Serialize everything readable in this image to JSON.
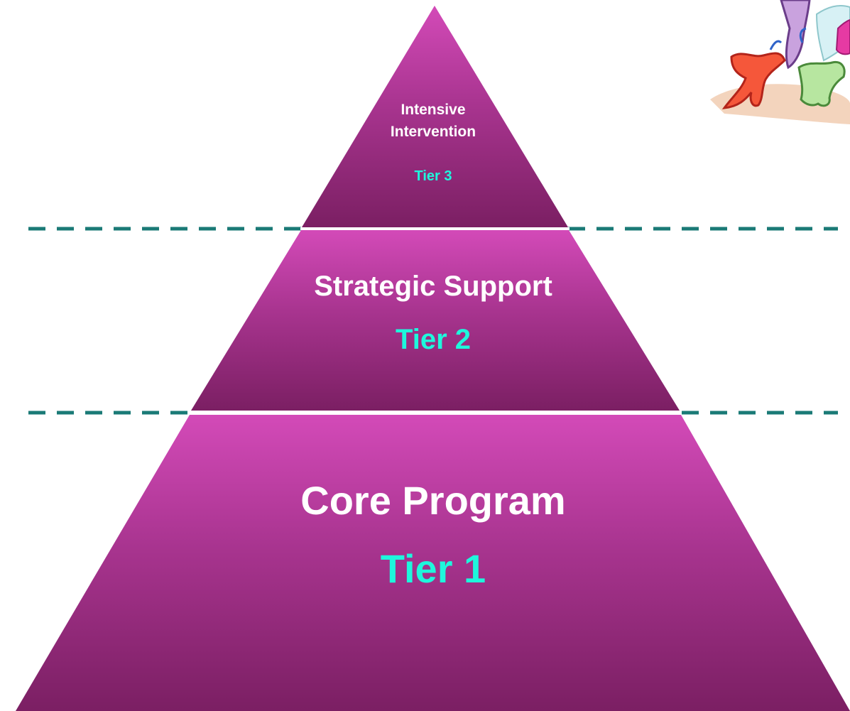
{
  "pyramid": {
    "tiers": [
      {
        "title_line1": "Intensive",
        "title_line2": "Intervention",
        "tier": "Tier 3"
      },
      {
        "title": "Strategic Support",
        "tier": "Tier 2"
      },
      {
        "title": "Core Program",
        "tier": "Tier 1"
      }
    ]
  },
  "colors": {
    "pyramid_top": "#d34ab8",
    "pyramid_bottom": "#7b1f63",
    "tier_label": "#1ef7dc",
    "title_text": "#ffffff",
    "separator": "#1a7a76"
  },
  "decoration": {
    "icon": "dancing-figures-clipart-icon"
  }
}
